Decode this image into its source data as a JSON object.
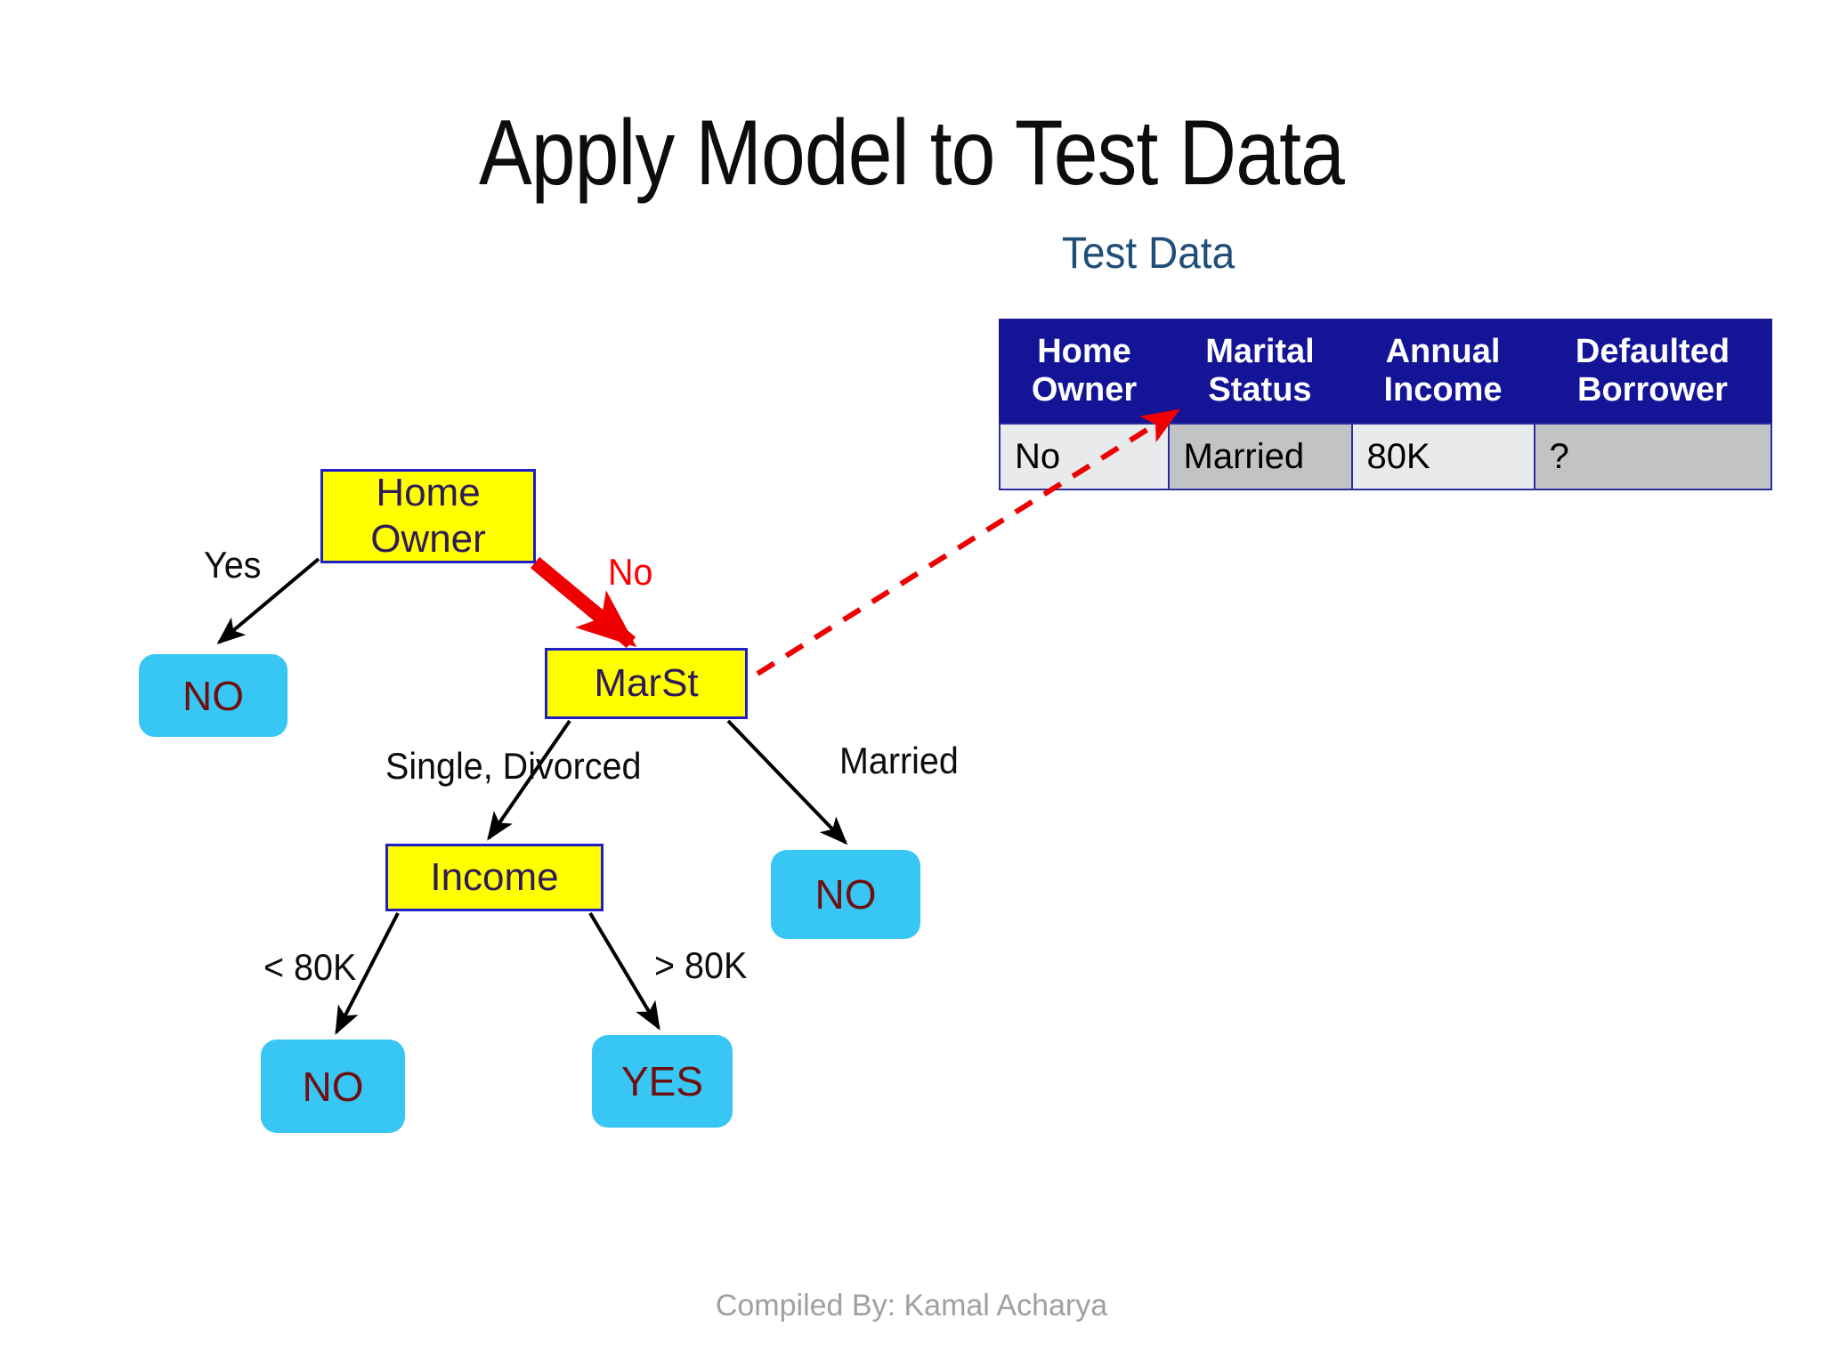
{
  "slide": {
    "title": "Apply Model to Test Data",
    "subtitle": "Test Data",
    "footer": "Compiled By: Kamal Acharya",
    "background": "#ffffff"
  },
  "colors": {
    "title_text": "#0d0d0d",
    "subtitle_text": "#1f4e79",
    "table_header_bg": "#141497",
    "table_header_text": "#ffffff",
    "cell_light_bg": "#e9eaec",
    "cell_dark_bg": "#c2c3c5",
    "highlight_red": "#ff0000",
    "node_fill": "#ffff00",
    "node_border": "#1f1fc4",
    "node_text": "#2f1b57",
    "leaf_fill": "#38c6f4",
    "leaf_text": "#6e1010",
    "edge_stroke": "#000000",
    "footer_text": "#a0a0a0"
  },
  "test_table": {
    "columns": [
      "Home\nOwner",
      "Marital\nStatus",
      "Annual\nIncome",
      "Defaulted\nBorrower"
    ],
    "rows": [
      {
        "home_owner": "No",
        "marital_status": "Married",
        "annual_income": "80K",
        "defaulted_borrower": "?"
      }
    ]
  },
  "tree": {
    "nodes": [
      {
        "id": "home-owner",
        "label": "Home\nOwner",
        "type": "internal"
      },
      {
        "id": "marst",
        "label": "MarSt",
        "type": "internal"
      },
      {
        "id": "income",
        "label": "Income",
        "type": "internal"
      },
      {
        "id": "leaf-yes-owner",
        "label": "NO",
        "type": "leaf"
      },
      {
        "id": "leaf-married",
        "label": "NO",
        "type": "leaf"
      },
      {
        "id": "leaf-lt80k",
        "label": "NO",
        "type": "leaf"
      },
      {
        "id": "leaf-gt80k",
        "label": "YES",
        "type": "leaf"
      }
    ],
    "edge_labels": {
      "yes": "Yes",
      "no": "No",
      "single_divorced": "Single, Divorced",
      "married": "Married",
      "lt_80k": "< 80K",
      "gt_80k": "> 80K"
    }
  }
}
